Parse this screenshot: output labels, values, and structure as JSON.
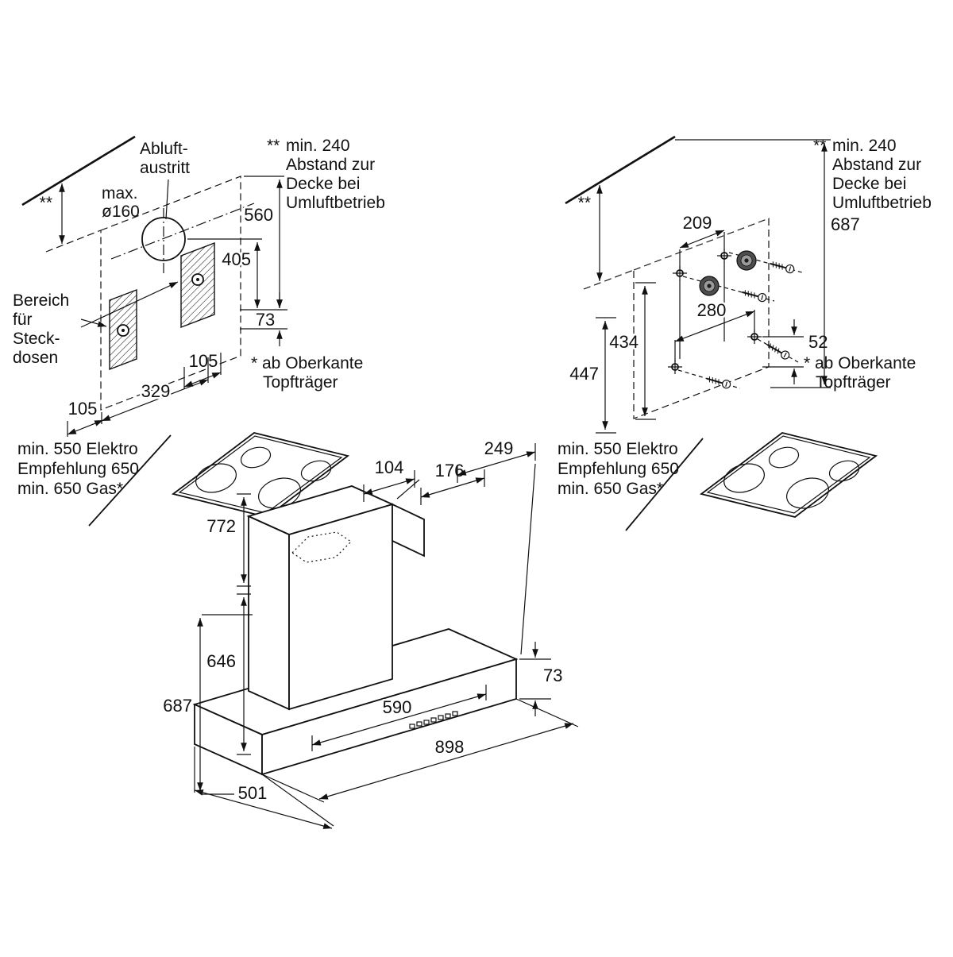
{
  "notes": {
    "ceiling": {
      "marker": "**",
      "lines": [
        "min. 240",
        "Abstand zur",
        "Decke bei",
        "Umluftbetrieb"
      ]
    },
    "oberkante": {
      "lines": [
        "* ab Oberkante",
        "Topfträger"
      ]
    },
    "clearance": {
      "lines": [
        "min. 550 Elektro",
        "Empfehlung 650",
        "min. 650 Gas*"
      ]
    }
  },
  "left_view": {
    "wall_marker": "**",
    "outlet_label": [
      "Abluft-",
      "austritt"
    ],
    "outlet_max": [
      "max.",
      "ø160"
    ],
    "socket_area_label": [
      "Bereich",
      "für",
      "Steck-",
      "dosen"
    ],
    "dims": {
      "d560": "560",
      "d405": "405",
      "d73": "73",
      "d105_right": "105",
      "d329": "329",
      "d105_left": "105"
    }
  },
  "right_view": {
    "wall_marker": "**",
    "dims": {
      "d687": "687",
      "d209": "209",
      "d280": "280",
      "d52": "52",
      "d434": "434",
      "d447": "447"
    }
  },
  "product_view": {
    "dims": {
      "d104": "104",
      "d176": "176",
      "d249": "249",
      "d772": "772",
      "d646": "646",
      "d687": "687",
      "d590": "590",
      "d73": "73",
      "d898": "898",
      "d501": "501"
    }
  }
}
